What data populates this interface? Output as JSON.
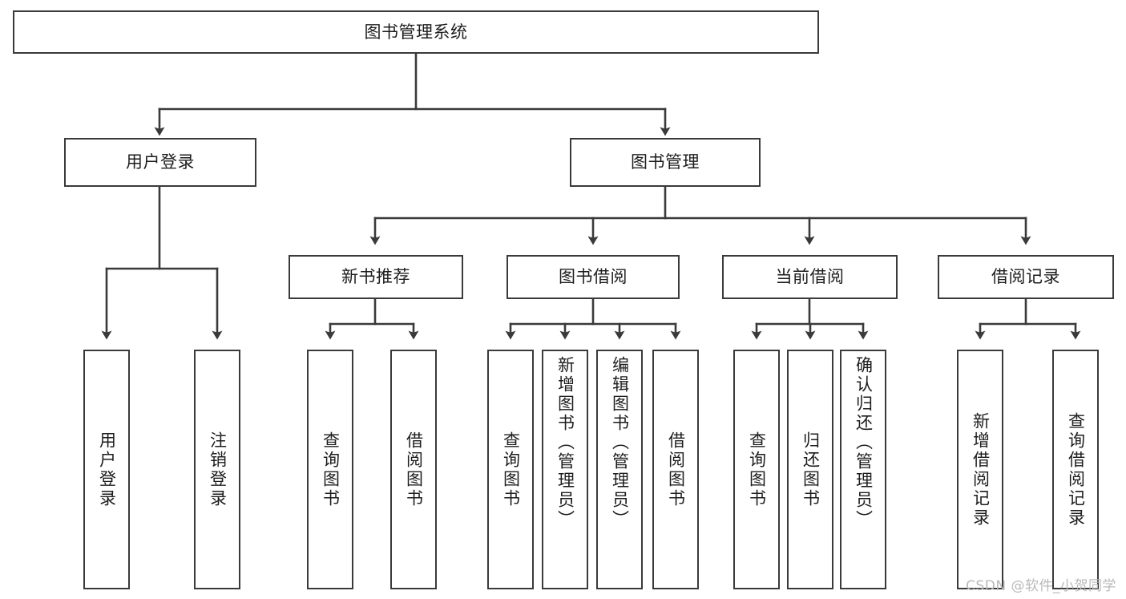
{
  "diagram": {
    "title": "图书管理系统",
    "type": "hierarchy-tree",
    "watermark": "CSDN @软件_小贺同学",
    "colors": {
      "stroke": "#3a3a3a",
      "fill": "#ffffff",
      "text": "#1d1d1d",
      "watermark": "#b9b9b9"
    },
    "root": {
      "label": "图书管理系统"
    },
    "level1": [
      {
        "label": "用户登录"
      },
      {
        "label": "图书管理"
      }
    ],
    "level2": [
      {
        "label": "新书推荐"
      },
      {
        "label": "图书借阅"
      },
      {
        "label": "当前借阅"
      },
      {
        "label": "借阅记录"
      }
    ],
    "leaves": {
      "user_login": [
        {
          "label": "用户登录"
        },
        {
          "label": "注销登录"
        }
      ],
      "new_book_recommend": [
        {
          "label": "查询图书"
        },
        {
          "label": "借阅图书"
        }
      ],
      "book_borrow": [
        {
          "label": "查询图书"
        },
        {
          "label": "新增图书（管理员）"
        },
        {
          "label": "编辑图书（管理员）"
        },
        {
          "label": "借阅图书"
        }
      ],
      "current_borrow": [
        {
          "label": "查询图书"
        },
        {
          "label": "归还图书"
        },
        {
          "label": "确认归还（管理员）"
        }
      ],
      "borrow_record": [
        {
          "label": "新增借阅记录"
        },
        {
          "label": "查询借阅记录"
        }
      ]
    }
  }
}
